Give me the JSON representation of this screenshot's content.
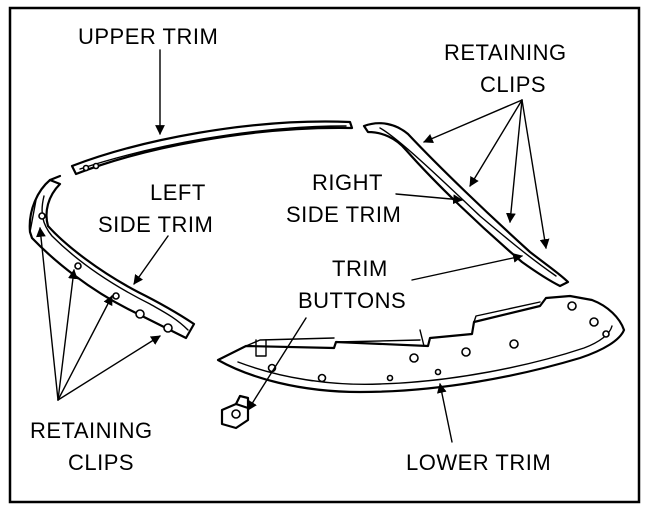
{
  "labels": {
    "upper_trim": "UPPER TRIM",
    "retaining_clips_top_1": "RETAINING",
    "retaining_clips_top_2": "CLIPS",
    "left_side_trim_1": "LEFT",
    "left_side_trim_2": "SIDE TRIM",
    "right_side_trim_1": "RIGHT",
    "right_side_trim_2": "SIDE TRIM",
    "trim_buttons_1": "TRIM",
    "trim_buttons_2": "BUTTONS",
    "retaining_clips_bottom_1": "RETAINING",
    "retaining_clips_bottom_2": "CLIPS",
    "lower_trim": "LOWER TRIM"
  },
  "colors": {
    "ink": "#000000",
    "paper": "#ffffff"
  }
}
